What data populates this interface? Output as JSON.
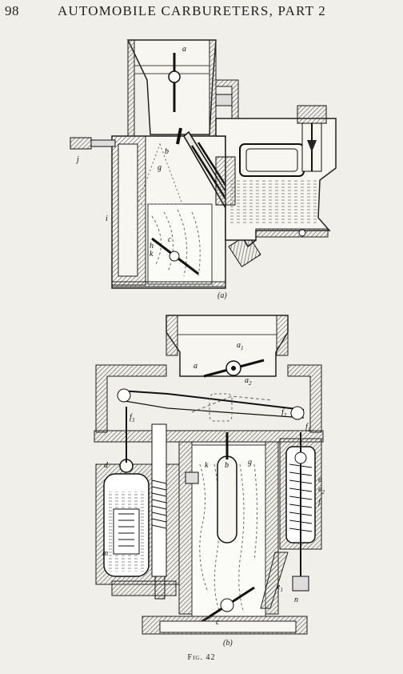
{
  "header": {
    "page_number": "98",
    "running_title": "AUTOMOBILE CARBURETERS, PART 2"
  },
  "figure_a": {
    "panel_label": "(a)",
    "labels": {
      "a": "a",
      "b": "b",
      "c": "c",
      "g": "g",
      "h": "h",
      "i": "i",
      "j": "j",
      "k": "k"
    }
  },
  "figure_b": {
    "panel_label": "(b)",
    "labels": {
      "a": "a",
      "a1": "a",
      "a1_sub": "1",
      "a2": "a",
      "a2_sub": "2",
      "b": "b",
      "c": "c",
      "d": "d",
      "e": "e",
      "e1": "e",
      "e1_sub": "1",
      "e2": "e",
      "e2_sub": "2",
      "f": "f",
      "f1": "f",
      "f1_sub": "1",
      "f2": "f",
      "f2_sub": "2",
      "f3": "f",
      "f3_sub": "3",
      "g": "g",
      "k": "k",
      "m": "m",
      "n": "n"
    }
  },
  "caption": "Fig. 42"
}
